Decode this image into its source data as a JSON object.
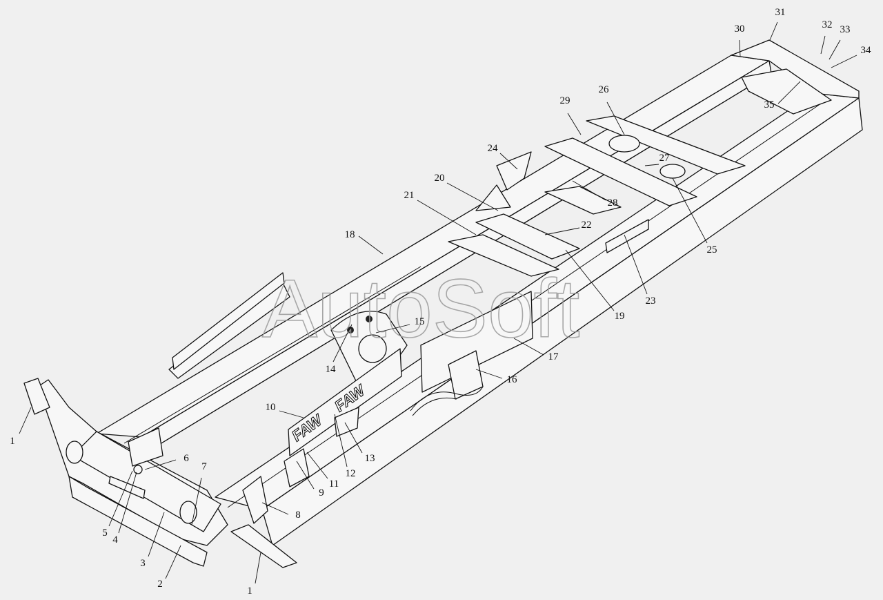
{
  "watermark": "AutoSoft",
  "brand_marks": [
    "FAW",
    "FAW"
  ],
  "callouts": [
    {
      "id": "c1a",
      "label": "1"
    },
    {
      "id": "c1b",
      "label": "1"
    },
    {
      "id": "c2",
      "label": "2"
    },
    {
      "id": "c3",
      "label": "3"
    },
    {
      "id": "c4",
      "label": "4"
    },
    {
      "id": "c5",
      "label": "5"
    },
    {
      "id": "c6",
      "label": "6"
    },
    {
      "id": "c7",
      "label": "7"
    },
    {
      "id": "c8",
      "label": "8"
    },
    {
      "id": "c9",
      "label": "9"
    },
    {
      "id": "c10",
      "label": "10"
    },
    {
      "id": "c11",
      "label": "11"
    },
    {
      "id": "c12",
      "label": "12"
    },
    {
      "id": "c13",
      "label": "13"
    },
    {
      "id": "c14",
      "label": "14"
    },
    {
      "id": "c15",
      "label": "15"
    },
    {
      "id": "c16",
      "label": "16"
    },
    {
      "id": "c17",
      "label": "17"
    },
    {
      "id": "c18",
      "label": "18"
    },
    {
      "id": "c19",
      "label": "19"
    },
    {
      "id": "c20",
      "label": "20"
    },
    {
      "id": "c21",
      "label": "21"
    },
    {
      "id": "c22",
      "label": "22"
    },
    {
      "id": "c23",
      "label": "23"
    },
    {
      "id": "c24",
      "label": "24"
    },
    {
      "id": "c25",
      "label": "25"
    },
    {
      "id": "c26",
      "label": "26"
    },
    {
      "id": "c27",
      "label": "27"
    },
    {
      "id": "c28",
      "label": "28"
    },
    {
      "id": "c29",
      "label": "29"
    },
    {
      "id": "c30",
      "label": "30"
    },
    {
      "id": "c31",
      "label": "31"
    },
    {
      "id": "c32",
      "label": "32"
    },
    {
      "id": "c33",
      "label": "33"
    },
    {
      "id": "c34",
      "label": "34"
    },
    {
      "id": "c35",
      "label": "35"
    }
  ]
}
